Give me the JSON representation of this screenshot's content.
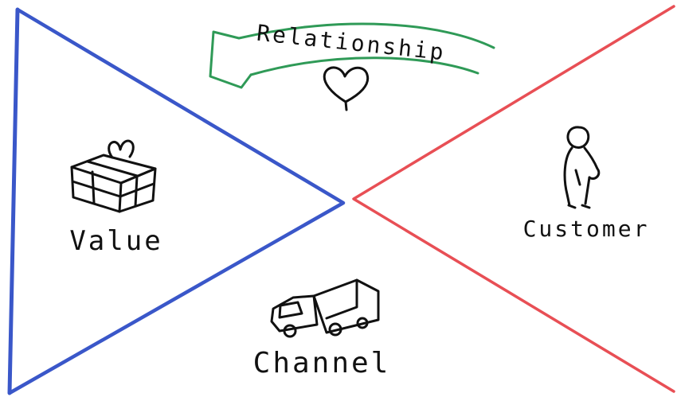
{
  "labels": {
    "relationship": "Relationship",
    "value": "Value",
    "customer": "Customer",
    "channel": "Channel"
  },
  "colors": {
    "value_triangle": "#3a57c9",
    "customer_wedge": "#e84f55",
    "relationship_arrow": "#2f9a57",
    "ink": "#111111"
  },
  "icons": {
    "relationship": "heart-icon",
    "value": "gift-box-icon",
    "customer": "person-icon",
    "channel": "delivery-truck-icon"
  }
}
